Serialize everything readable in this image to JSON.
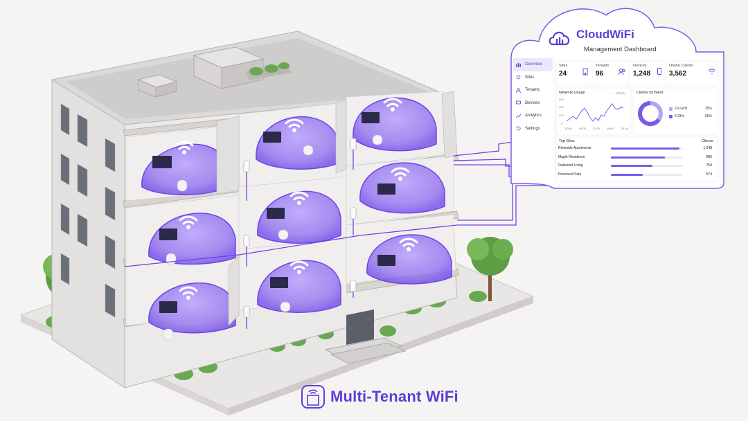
{
  "dashboard": {
    "brand": "CloudWiFi",
    "subtitle": "Management Dashboard",
    "nav": [
      {
        "label": "Overview",
        "icon": "bar-chart-icon",
        "active": true
      },
      {
        "label": "Sites",
        "icon": "location-pin-icon",
        "active": false
      },
      {
        "label": "Tenants",
        "icon": "user-icon",
        "active": false
      },
      {
        "label": "Devices",
        "icon": "monitor-icon",
        "active": false
      },
      {
        "label": "Analytics",
        "icon": "line-chart-icon",
        "active": false
      },
      {
        "label": "Settings",
        "icon": "gear-icon",
        "active": false
      }
    ],
    "kpis": [
      {
        "label": "Sites",
        "value": "24",
        "icon": "building-icon"
      },
      {
        "label": "Tenants",
        "value": "96",
        "icon": "users-icon"
      },
      {
        "label": "Devices",
        "value": "1,248",
        "icon": "phone-icon"
      },
      {
        "label": "Online Clients",
        "value": "3,562",
        "icon": "wifi-icon"
      }
    ],
    "network_usage": {
      "title": "Network Usage",
      "unit": "(Mbps)",
      "y_ticks": [
        "600",
        "400",
        "200",
        "0"
      ],
      "x_ticks": [
        "00:00",
        "06:00",
        "12:00",
        "18:00",
        "24:00"
      ]
    },
    "clients_by_band": {
      "title": "Clients by Band",
      "bands": [
        {
          "label": "2.4 GHz",
          "pct": "35%",
          "value": 35,
          "color": "#b6a3f3"
        },
        {
          "label": "5 GHz",
          "pct": "65%",
          "value": 65,
          "color": "#7a5be8"
        }
      ]
    },
    "top_sites": {
      "title": "Top Sites",
      "column": "Clients",
      "rows": [
        {
          "name": "Riverside Apartments",
          "clients": "1,248",
          "value": 1248
        },
        {
          "name": "Maple Residence",
          "clients": "986",
          "value": 986
        },
        {
          "name": "Oakwood Living",
          "clients": "754",
          "value": 754
        },
        {
          "name": "Pinecrest Flats",
          "clients": "574",
          "value": 574
        }
      ]
    }
  },
  "footer": {
    "title": "Multi-Tenant WiFi",
    "icon": "building-wifi-icon"
  },
  "colors": {
    "accent": "#5b3fd6",
    "bubble": "#8e6cf0",
    "bar": "#7a5be8"
  }
}
